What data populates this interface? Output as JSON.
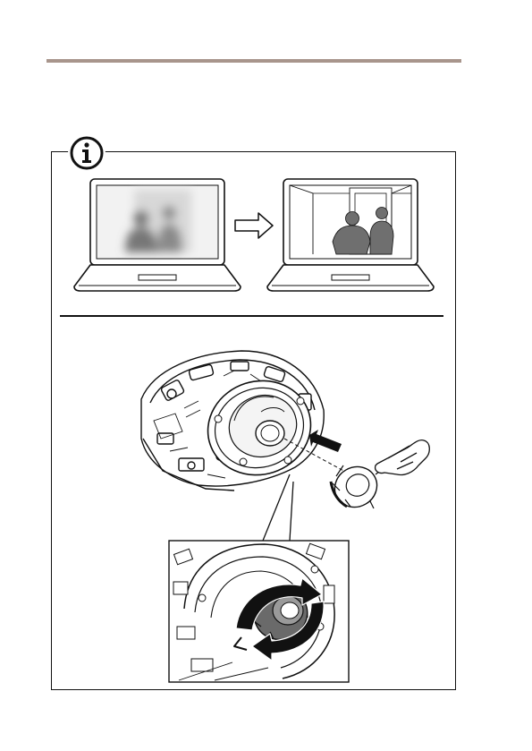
{
  "page": {
    "accent_rule_color": "#a8958c",
    "frame_color": "#111111"
  },
  "icons": {
    "info": "info-icon",
    "arrow": "right-arrow-icon",
    "hand": "pointing-hand-icon",
    "rotate": "rotate-arrows-icon"
  },
  "illustrations": {
    "before_screen": "blurred-image-laptop",
    "after_screen": "focused-image-laptop",
    "camera": "dome-camera-lens-insert",
    "detail": "focus-ring-rotation-detail"
  }
}
